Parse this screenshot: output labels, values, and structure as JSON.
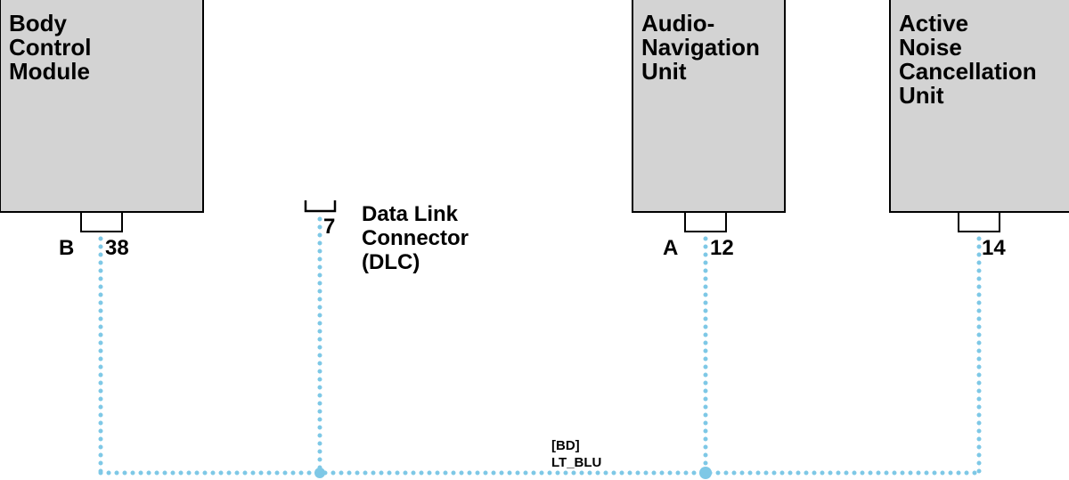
{
  "colors": {
    "module_fill": "#d3d3d3",
    "module_stroke": "#000000",
    "wire": "#7ec8e6",
    "background": "#ffffff"
  },
  "modules": {
    "bcm": {
      "lines": [
        "Body",
        "Control",
        "Module"
      ],
      "connector": "B",
      "pin": "38"
    },
    "dlc": {
      "lines": [
        "Data Link",
        "Connector",
        "(DLC)"
      ],
      "pin": "7"
    },
    "audio_nav": {
      "lines": [
        "Audio-",
        "Navigation",
        "Unit"
      ],
      "connector": "A",
      "pin": "12"
    },
    "anc": {
      "lines": [
        "Active",
        "Noise",
        "Cancellation",
        "Unit"
      ],
      "pin": "14"
    }
  },
  "wire": {
    "circuit": "[BD]",
    "color_code": "LT_BLU"
  }
}
